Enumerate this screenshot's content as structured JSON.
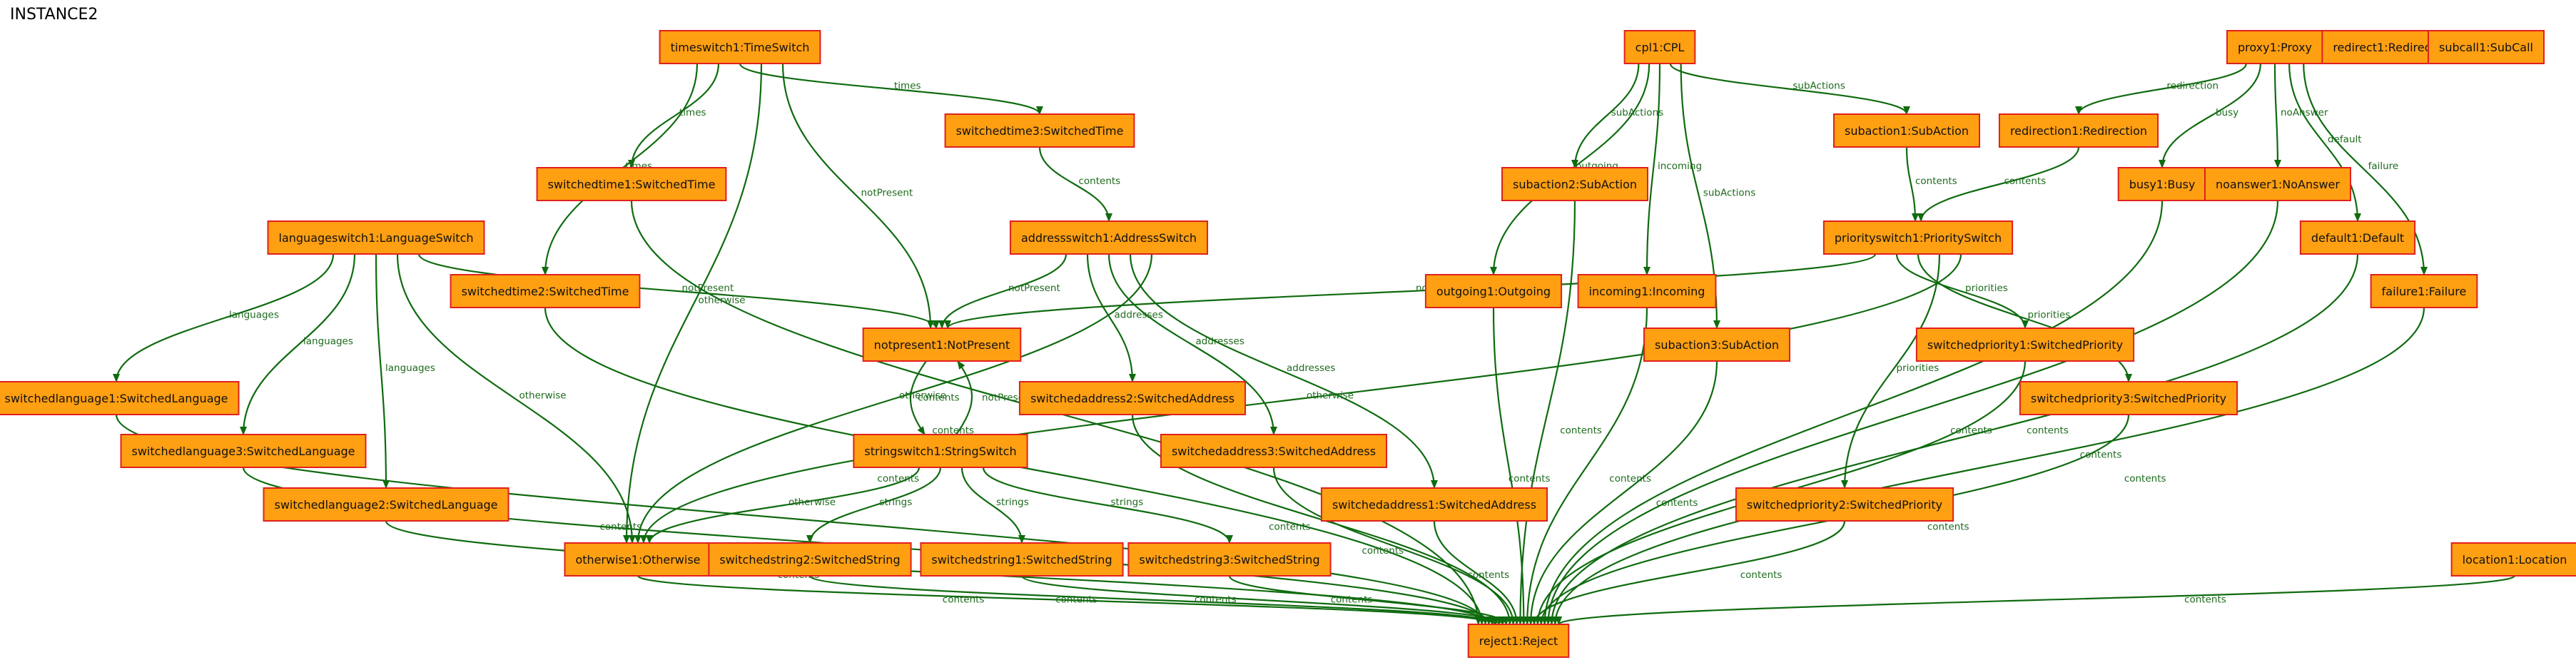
{
  "title": "INSTANCE2",
  "colors": {
    "node_fill": "#ff9f12",
    "node_border": "#e0201e",
    "edge": "#0f6b0f",
    "edge_label": "#1d6b1d"
  },
  "nodes": [
    {
      "id": "timeswitch1",
      "label": "timeswitch1:TimeSwitch"
    },
    {
      "id": "cpl1",
      "label": "cpl1:CPL"
    },
    {
      "id": "proxy1",
      "label": "proxy1:Proxy"
    },
    {
      "id": "redirect1",
      "label": "redirect1:Redirect"
    },
    {
      "id": "subcall1",
      "label": "subcall1:SubCall"
    },
    {
      "id": "switchedtime3",
      "label": "switchedtime3:SwitchedTime"
    },
    {
      "id": "subaction1",
      "label": "subaction1:SubAction"
    },
    {
      "id": "redirection1",
      "label": "redirection1:Redirection"
    },
    {
      "id": "switchedtime1",
      "label": "switchedtime1:SwitchedTime"
    },
    {
      "id": "subaction2",
      "label": "subaction2:SubAction"
    },
    {
      "id": "busy1",
      "label": "busy1:Busy"
    },
    {
      "id": "noanswer1",
      "label": "noanswer1:NoAnswer"
    },
    {
      "id": "languageswitch1",
      "label": "languageswitch1:LanguageSwitch"
    },
    {
      "id": "addressswitch1",
      "label": "addressswitch1:AddressSwitch"
    },
    {
      "id": "priorityswitch1",
      "label": "priorityswitch1:PrioritySwitch"
    },
    {
      "id": "default1",
      "label": "default1:Default"
    },
    {
      "id": "switchedtime2",
      "label": "switchedtime2:SwitchedTime"
    },
    {
      "id": "outgoing1",
      "label": "outgoing1:Outgoing"
    },
    {
      "id": "incoming1",
      "label": "incoming1:Incoming"
    },
    {
      "id": "failure1",
      "label": "failure1:Failure"
    },
    {
      "id": "notpresent1",
      "label": "notpresent1:NotPresent"
    },
    {
      "id": "subaction3",
      "label": "subaction3:SubAction"
    },
    {
      "id": "switchedpriority1",
      "label": "switchedpriority1:SwitchedPriority"
    },
    {
      "id": "switchedlanguage1",
      "label": "switchedlanguage1:SwitchedLanguage"
    },
    {
      "id": "switchedaddress2",
      "label": "switchedaddress2:SwitchedAddress"
    },
    {
      "id": "switchedpriority3",
      "label": "switchedpriority3:SwitchedPriority"
    },
    {
      "id": "switchedlanguage3",
      "label": "switchedlanguage3:SwitchedLanguage"
    },
    {
      "id": "stringswitch1",
      "label": "stringswitch1:StringSwitch"
    },
    {
      "id": "switchedaddress3",
      "label": "switchedaddress3:SwitchedAddress"
    },
    {
      "id": "switchedlanguage2",
      "label": "switchedlanguage2:SwitchedLanguage"
    },
    {
      "id": "switchedaddress1",
      "label": "switchedaddress1:SwitchedAddress"
    },
    {
      "id": "switchedpriority2",
      "label": "switchedpriority2:SwitchedPriority"
    },
    {
      "id": "otherwise1",
      "label": "otherwise1:Otherwise"
    },
    {
      "id": "switchedstring2",
      "label": "switchedstring2:SwitchedString"
    },
    {
      "id": "switchedstring1",
      "label": "switchedstring1:SwitchedString"
    },
    {
      "id": "switchedstring3",
      "label": "switchedstring3:SwitchedString"
    },
    {
      "id": "location1",
      "label": "location1:Location"
    },
    {
      "id": "reject1",
      "label": "reject1:Reject"
    }
  ],
  "edges": [
    {
      "from": "timeswitch1",
      "to": "switchedtime2",
      "label": "times"
    },
    {
      "from": "timeswitch1",
      "to": "switchedtime1",
      "label": "times"
    },
    {
      "from": "timeswitch1",
      "to": "switchedtime3",
      "label": "times"
    },
    {
      "from": "timeswitch1",
      "to": "otherwise1",
      "label": "otherwise"
    },
    {
      "from": "timeswitch1",
      "to": "notpresent1",
      "label": "notPresent"
    },
    {
      "from": "switchedtime3",
      "to": "addressswitch1",
      "label": "contents"
    },
    {
      "from": "switchedtime1",
      "to": "reject1",
      "label": "contents"
    },
    {
      "from": "switchedtime2",
      "to": "reject1",
      "label": "contents"
    },
    {
      "from": "cpl1",
      "to": "subaction2",
      "label": "subActions"
    },
    {
      "from": "cpl1",
      "to": "outgoing1",
      "label": "outgoing"
    },
    {
      "from": "cpl1",
      "to": "incoming1",
      "label": "incoming"
    },
    {
      "from": "cpl1",
      "to": "subaction1",
      "label": "subActions"
    },
    {
      "from": "cpl1",
      "to": "subaction3",
      "label": "subActions"
    },
    {
      "from": "subaction1",
      "to": "priorityswitch1",
      "label": "contents"
    },
    {
      "from": "redirection1",
      "to": "priorityswitch1",
      "label": "contents"
    },
    {
      "from": "proxy1",
      "to": "redirection1",
      "label": "redirection"
    },
    {
      "from": "proxy1",
      "to": "busy1",
      "label": "busy"
    },
    {
      "from": "proxy1",
      "to": "noanswer1",
      "label": "noAnswer"
    },
    {
      "from": "proxy1",
      "to": "default1",
      "label": "default"
    },
    {
      "from": "proxy1",
      "to": "failure1",
      "label": "failure"
    },
    {
      "from": "languageswitch1",
      "to": "switchedlanguage1",
      "label": "languages"
    },
    {
      "from": "languageswitch1",
      "to": "switchedlanguage3",
      "label": "languages"
    },
    {
      "from": "languageswitch1",
      "to": "switchedlanguage2",
      "label": "languages"
    },
    {
      "from": "languageswitch1",
      "to": "otherwise1",
      "label": "otherwise"
    },
    {
      "from": "languageswitch1",
      "to": "notpresent1",
      "label": "notPresent"
    },
    {
      "from": "addressswitch1",
      "to": "notpresent1",
      "label": "notPresent"
    },
    {
      "from": "addressswitch1",
      "to": "switchedaddress2",
      "label": "addresses"
    },
    {
      "from": "addressswitch1",
      "to": "switchedaddress3",
      "label": "addresses"
    },
    {
      "from": "addressswitch1",
      "to": "switchedaddress1",
      "label": "addresses"
    },
    {
      "from": "addressswitch1",
      "to": "otherwise1",
      "label": "otherwise"
    },
    {
      "from": "priorityswitch1",
      "to": "notpresent1",
      "label": "notPresent"
    },
    {
      "from": "priorityswitch1",
      "to": "switchedpriority1",
      "label": "priorities"
    },
    {
      "from": "priorityswitch1",
      "to": "switchedpriority3",
      "label": "priorities"
    },
    {
      "from": "priorityswitch1",
      "to": "switchedpriority2",
      "label": "priorities"
    },
    {
      "from": "priorityswitch1",
      "to": "otherwise1",
      "label": "otherwise"
    },
    {
      "from": "notpresent1",
      "to": "stringswitch1",
      "label": "contents"
    },
    {
      "from": "stringswitch1",
      "to": "notpresent1",
      "label": "notPresent"
    },
    {
      "from": "stringswitch1",
      "to": "otherwise1",
      "label": "otherwise"
    },
    {
      "from": "stringswitch1",
      "to": "switchedstring2",
      "label": "strings"
    },
    {
      "from": "stringswitch1",
      "to": "switchedstring1",
      "label": "strings"
    },
    {
      "from": "stringswitch1",
      "to": "switchedstring3",
      "label": "strings"
    },
    {
      "from": "switchedlanguage1",
      "to": "reject1",
      "label": "contents"
    },
    {
      "from": "switchedlanguage3",
      "to": "reject1",
      "label": "contents"
    },
    {
      "from": "switchedlanguage2",
      "to": "reject1",
      "label": "contents"
    },
    {
      "from": "otherwise1",
      "to": "reject1",
      "label": "contents"
    },
    {
      "from": "switchedstring2",
      "to": "reject1",
      "label": "contents"
    },
    {
      "from": "switchedstring1",
      "to": "reject1",
      "label": "contents"
    },
    {
      "from": "switchedstring3",
      "to": "reject1",
      "label": "contents"
    },
    {
      "from": "switchedaddress2",
      "to": "reject1",
      "label": "contents"
    },
    {
      "from": "switchedaddress3",
      "to": "reject1",
      "label": "contents"
    },
    {
      "from": "switchedaddress1",
      "to": "reject1",
      "label": "contents"
    },
    {
      "from": "subaction2",
      "to": "reject1",
      "label": "contents"
    },
    {
      "from": "outgoing1",
      "to": "reject1",
      "label": "contents"
    },
    {
      "from": "incoming1",
      "to": "reject1",
      "label": "contents"
    },
    {
      "from": "subaction3",
      "to": "reject1",
      "label": "contents"
    },
    {
      "from": "switchedpriority2",
      "to": "reject1",
      "label": "contents"
    },
    {
      "from": "switchedpriority1",
      "to": "reject1",
      "label": "contents"
    },
    {
      "from": "switchedpriority3",
      "to": "reject1",
      "label": "contents"
    },
    {
      "from": "busy1",
      "to": "reject1",
      "label": "contents"
    },
    {
      "from": "noanswer1",
      "to": "reject1",
      "label": "contents"
    },
    {
      "from": "default1",
      "to": "reject1",
      "label": "contents"
    },
    {
      "from": "failure1",
      "to": "reject1",
      "label": "contents"
    },
    {
      "from": "location1",
      "to": "reject1",
      "label": "contents"
    }
  ]
}
